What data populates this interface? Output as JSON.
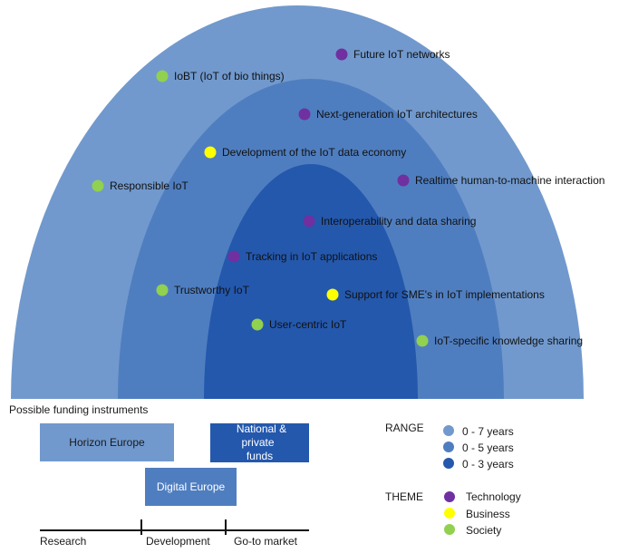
{
  "colors": {
    "outer_ring": "#7199cd",
    "middle_ring": "#4f7ec0",
    "inner_ring": "#2458ad",
    "technology": "#7030a0",
    "business": "#ffff00",
    "society": "#92d050",
    "box_horizon": "#7199cd",
    "box_digital": "#4f7ec0",
    "box_national": "#2458ad"
  },
  "topics": [
    {
      "label": "Future IoT networks",
      "theme": "technology"
    },
    {
      "label": "IoBT (IoT of bio things)",
      "theme": "society"
    },
    {
      "label": "Next-generation IoT architectures",
      "theme": "technology"
    },
    {
      "label": "Development of the IoT data economy",
      "theme": "business"
    },
    {
      "label": "Realtime human-to-machine interaction",
      "theme": "technology"
    },
    {
      "label": "Responsible IoT",
      "theme": "society"
    },
    {
      "label": "Interoperability and data sharing",
      "theme": "technology"
    },
    {
      "label": "Tracking in IoT applications",
      "theme": "technology"
    },
    {
      "label": "Trustworthy IoT",
      "theme": "society"
    },
    {
      "label": "Support for SME's in IoT implementations",
      "theme": "business"
    },
    {
      "label": "User-centric IoT",
      "theme": "society"
    },
    {
      "label": "IoT-specific knowledge sharing",
      "theme": "society"
    }
  ],
  "funding": {
    "title": "Possible funding instruments",
    "horizon": "Horizon Europe",
    "national_line1": "National & private",
    "national_line2": "funds",
    "digital": "Digital Europe",
    "phases": [
      "Research",
      "Development",
      "Go-to market"
    ]
  },
  "legend": {
    "range_title": "RANGE",
    "range_items": [
      {
        "label": "0 - 7 years",
        "ring": "outer_ring"
      },
      {
        "label": "0 - 5 years",
        "ring": "middle_ring"
      },
      {
        "label": "0 - 3 years",
        "ring": "inner_ring"
      }
    ],
    "theme_title": "THEME",
    "theme_items": [
      {
        "label": "Technology",
        "theme": "technology"
      },
      {
        "label": "Business",
        "theme": "business"
      },
      {
        "label": "Society",
        "theme": "society"
      }
    ]
  }
}
